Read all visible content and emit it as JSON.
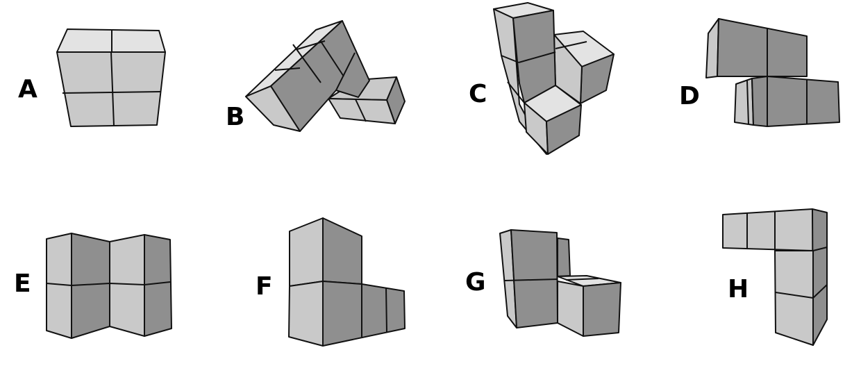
{
  "figures": [
    {
      "id": "A",
      "label": "A"
    },
    {
      "id": "B",
      "label": "B"
    },
    {
      "id": "C",
      "label": "C"
    },
    {
      "id": "D",
      "label": "D"
    },
    {
      "id": "E",
      "label": "E"
    },
    {
      "id": "F",
      "label": "F"
    },
    {
      "id": "G",
      "label": "G"
    },
    {
      "id": "H",
      "label": "H"
    }
  ],
  "colors": {
    "top_face": "#e3e3e3",
    "light_face": "#c9c9c9",
    "dark_face": "#8f8f8f",
    "edge": "#111111",
    "label": "#000000",
    "background": "#ffffff"
  }
}
